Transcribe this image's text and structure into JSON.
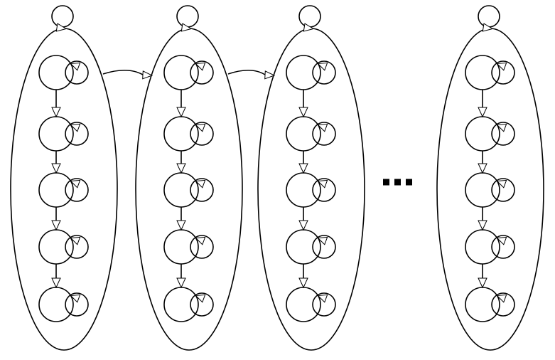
{
  "diagram": {
    "groups": [
      {
        "id": "group-1",
        "states": 5,
        "outgoing": "group-2"
      },
      {
        "id": "group-2",
        "states": 5,
        "outgoing": "group-3"
      },
      {
        "id": "group-3",
        "states": 5,
        "outgoing": null
      },
      {
        "id": "group-n",
        "states": 5,
        "outgoing": null
      }
    ],
    "ellipsis": "...",
    "ellipsis_after_group": 3,
    "colors": {
      "line": "#000000",
      "fill": "#ffffff"
    }
  }
}
